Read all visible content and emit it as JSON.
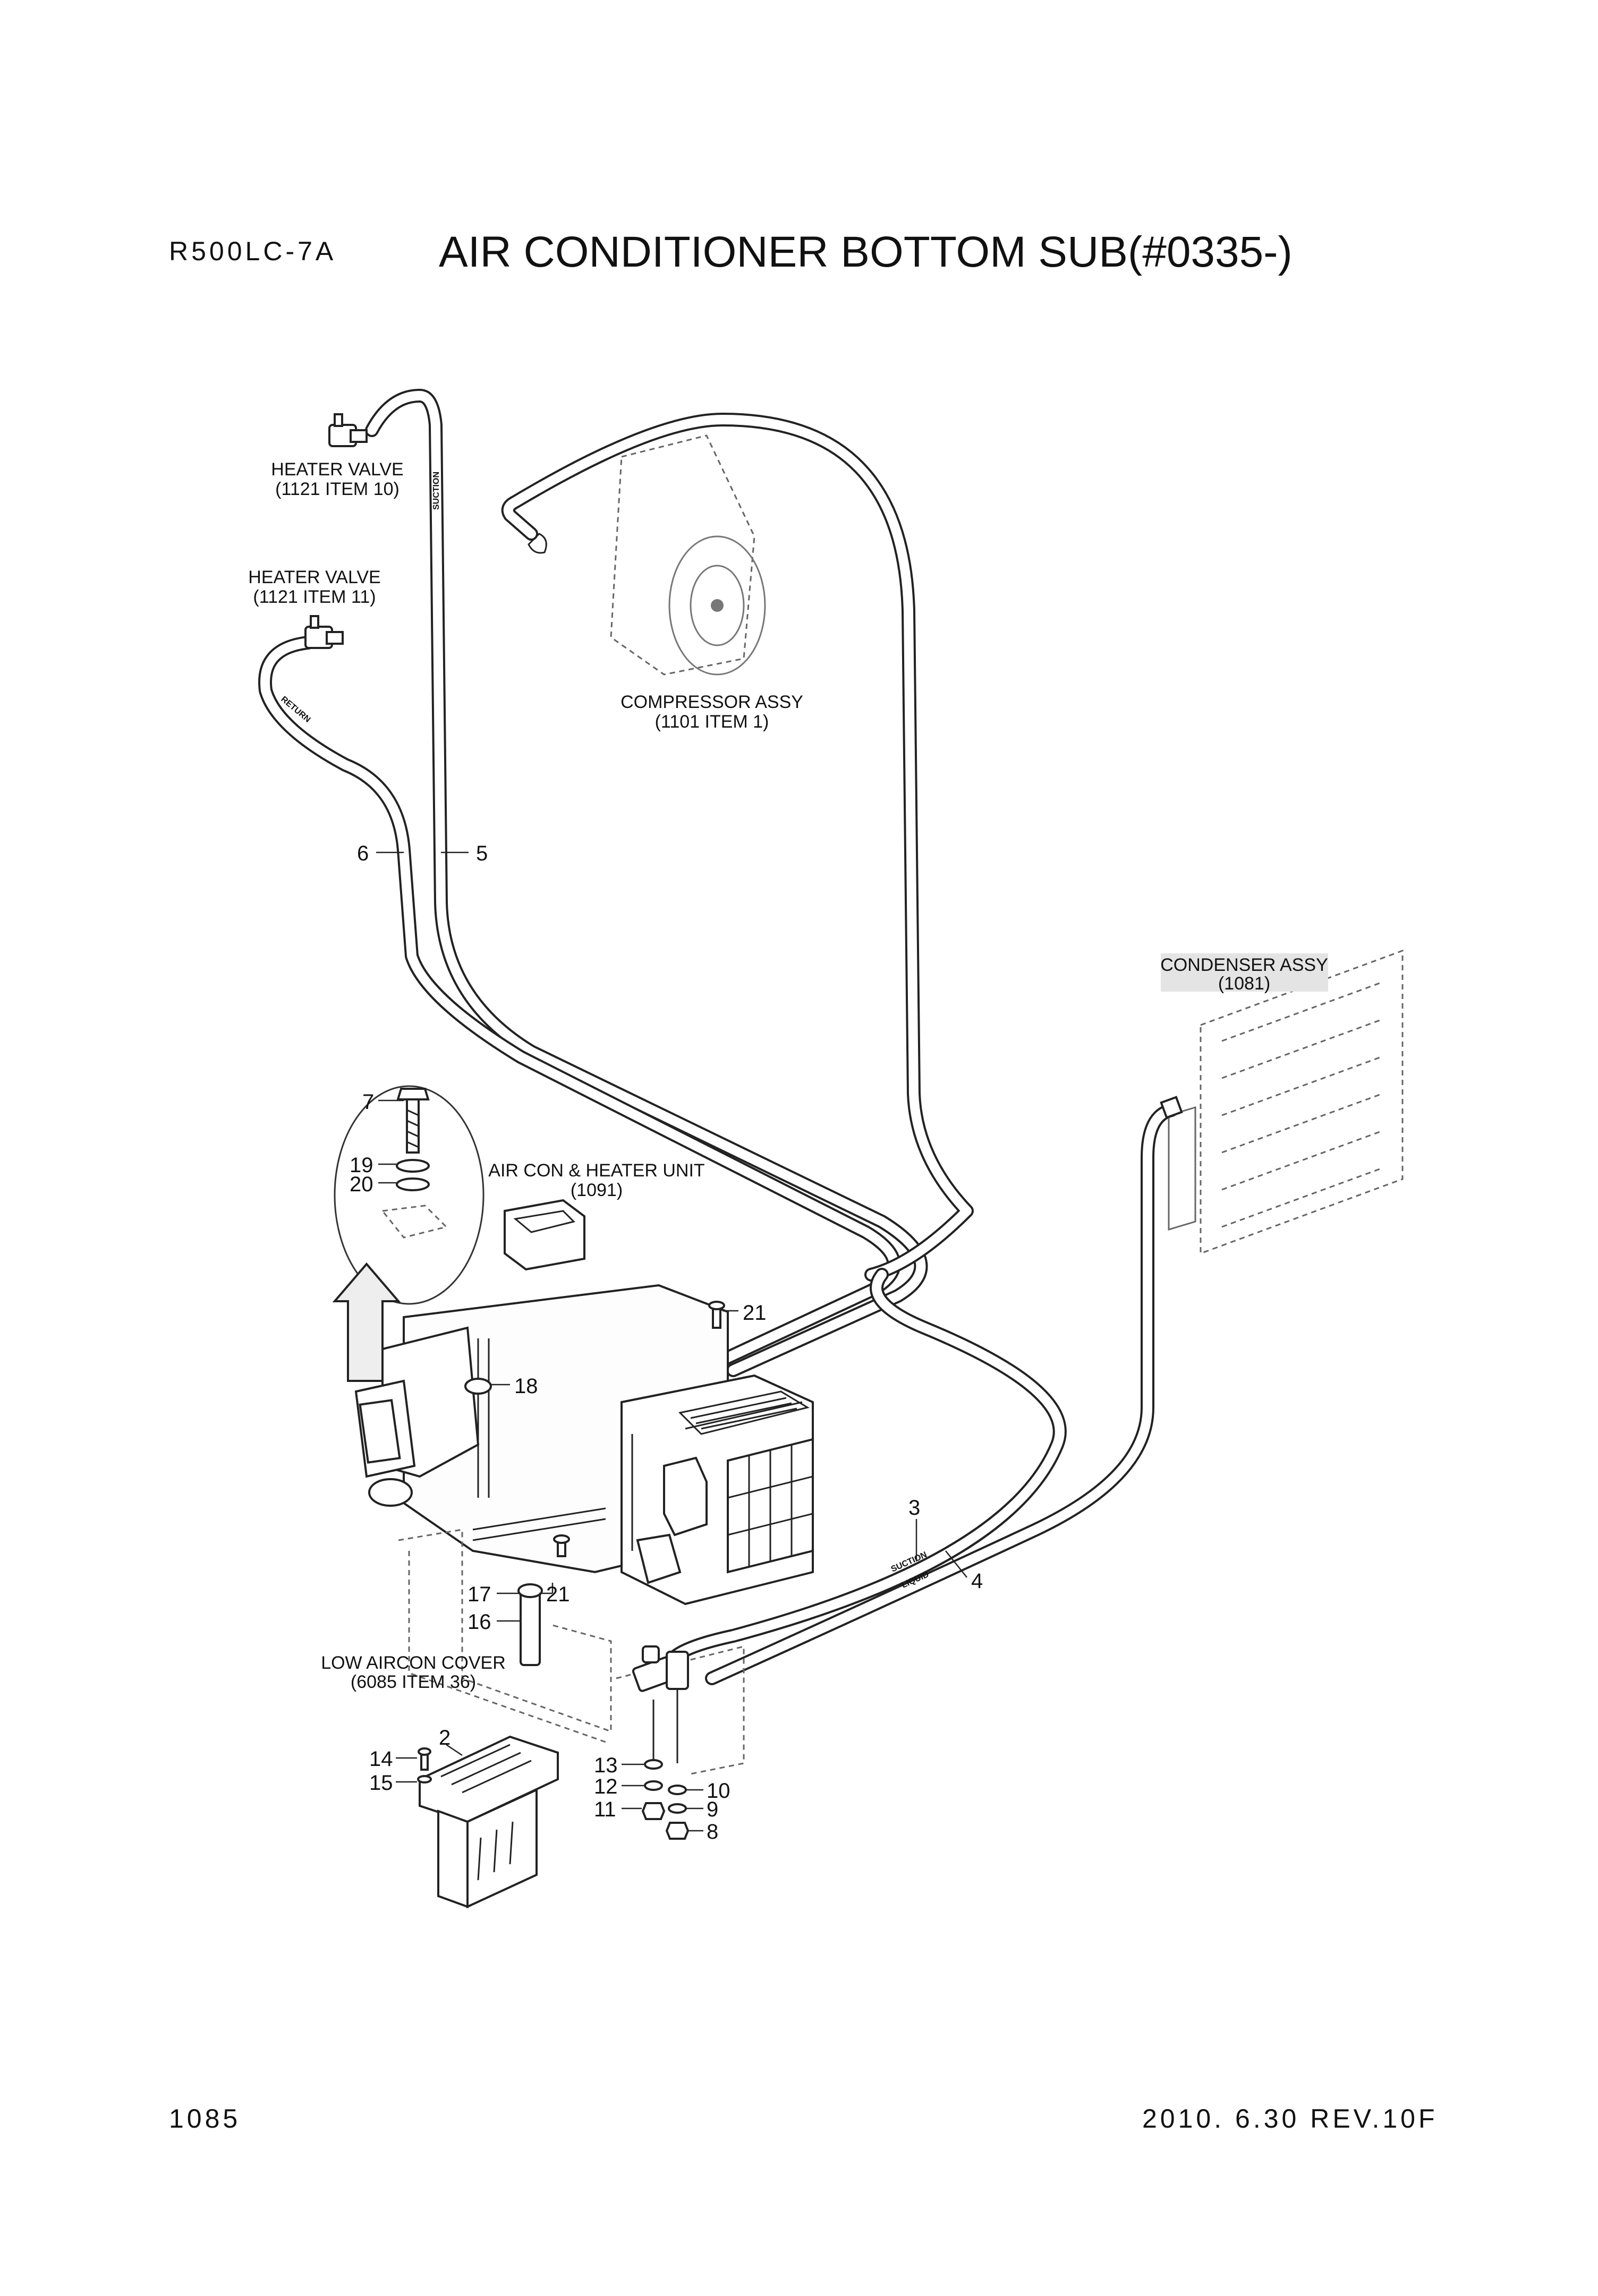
{
  "header": {
    "model": "R500LC-7A",
    "title": "AIR CONDITIONER BOTTOM SUB(#0335-)"
  },
  "footer": {
    "page_number": "1085",
    "revision": "2010. 6.30  REV.10F"
  },
  "callouts": {
    "heater_valve_10": {
      "name": "HEATER VALVE",
      "ref": "(1121 ITEM 10)"
    },
    "heater_valve_11": {
      "name": "HEATER VALVE",
      "ref": "(1121 ITEM 11)"
    },
    "compressor": {
      "name": "COMPRESSOR ASSY",
      "ref": "(1101 ITEM 1)"
    },
    "condenser": {
      "name": "CONDENSER ASSY",
      "ref": "(1081)"
    },
    "aircon_heater_unit": {
      "name": "AIR CON & HEATER UNIT",
      "ref": "(1091)"
    },
    "low_aircon_cover": {
      "name": "LOW AIRCON COVER",
      "ref": "(6085 ITEM 36)"
    }
  },
  "hose_labels": {
    "suction_upper": "SUCTION",
    "return": "RETURN",
    "suction_lower": "SUCTION",
    "liquid": "LIQUID"
  },
  "item_numbers": {
    "n2": "2",
    "n3": "3",
    "n4": "4",
    "n5": "5",
    "n6": "6",
    "n7": "7",
    "n8": "8",
    "n9": "9",
    "n10": "10",
    "n11": "11",
    "n12": "12",
    "n13": "13",
    "n14": "14",
    "n15": "15",
    "n16": "16",
    "n17": "17",
    "n18": "18",
    "n19": "19",
    "n20": "20",
    "n21a": "21",
    "n21b": "21"
  }
}
